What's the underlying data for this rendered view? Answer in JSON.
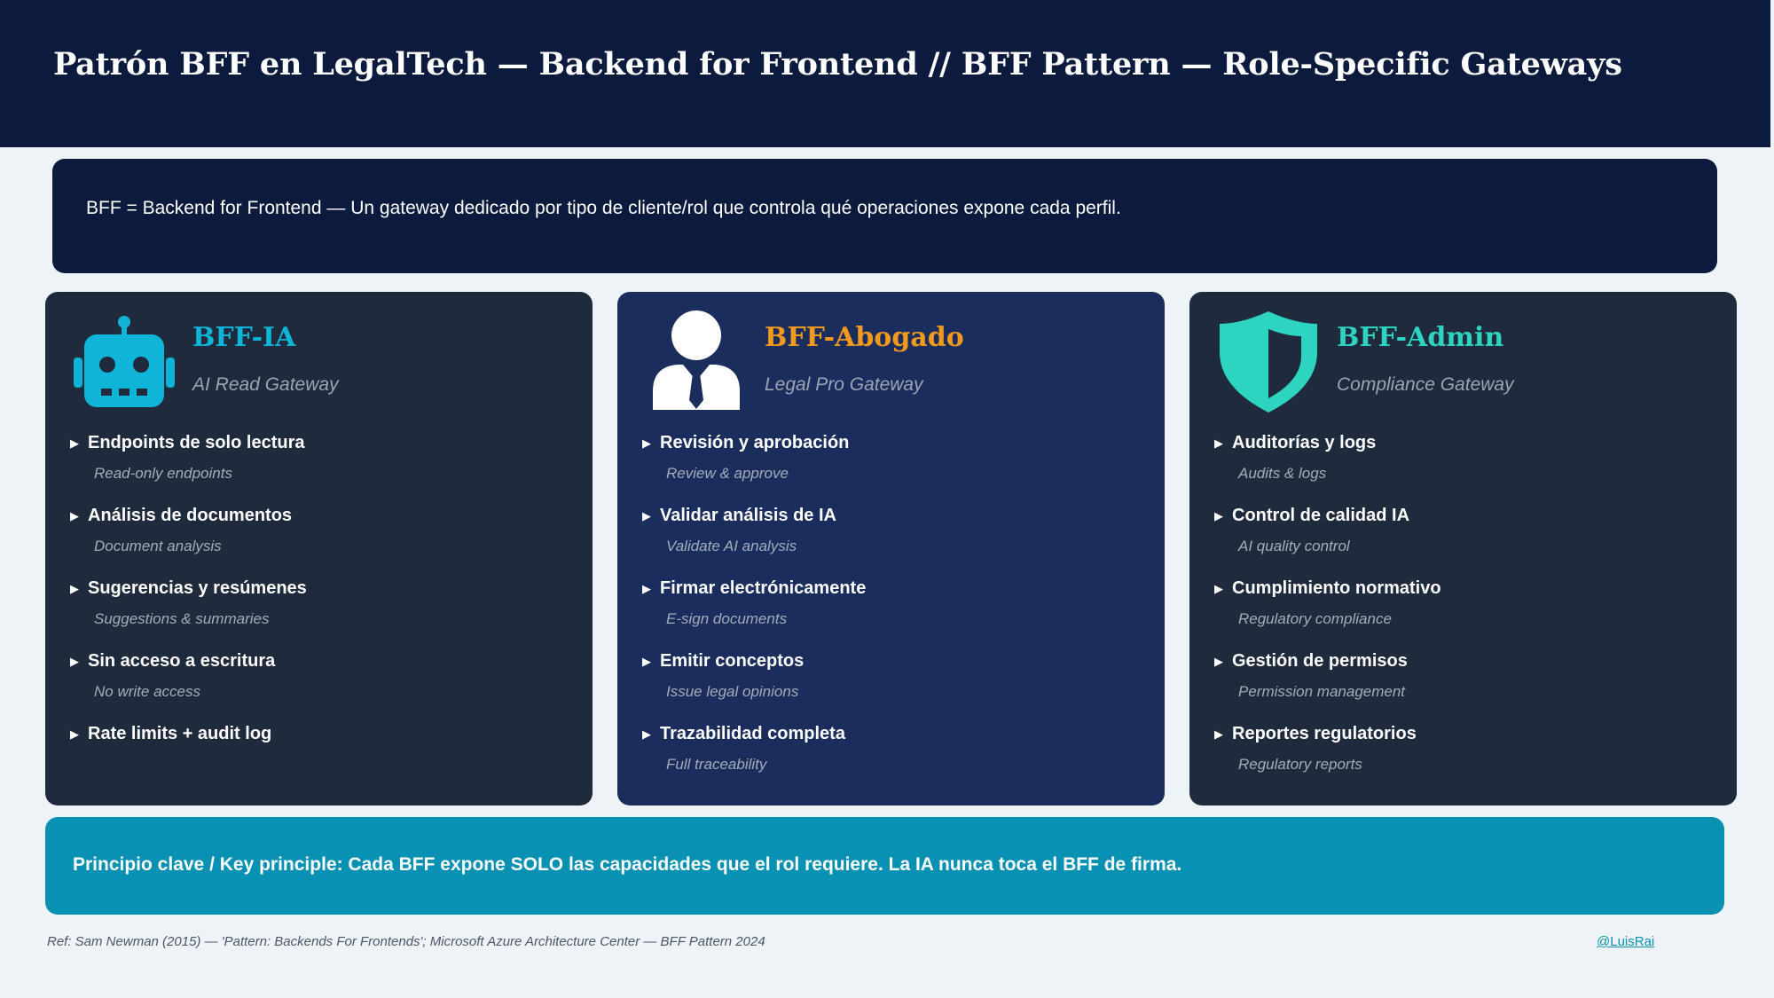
{
  "header": {
    "title": "Patrón BFF en LegalTech — Backend for Frontend  //  BFF Pattern — Role-Specific Gateways"
  },
  "intro": {
    "text": "BFF = Backend for Frontend — Un gateway dedicado por tipo de cliente/rol que controla qué operaciones expone cada perfil."
  },
  "colors": {
    "header_bg": "#0b1a3d",
    "ia_accent": "#0fb5d8",
    "abogado_accent": "#f29a1d",
    "admin_accent": "#2dd4bf",
    "principle_bg": "#0891b2"
  },
  "cards": [
    {
      "icon": "robot-icon",
      "title": "BFF-IA",
      "subtitle": "AI Read Gateway",
      "items": [
        {
          "main": "Endpoints de solo lectura",
          "sub": "Read-only endpoints"
        },
        {
          "main": "Análisis de documentos",
          "sub": "Document analysis"
        },
        {
          "main": "Sugerencias y resúmenes",
          "sub": "Suggestions & summaries"
        },
        {
          "main": "Sin acceso a escritura",
          "sub": "No write access"
        },
        {
          "main": "Rate limits + audit log",
          "sub": ""
        }
      ]
    },
    {
      "icon": "lawyer-icon",
      "title": "BFF-Abogado",
      "subtitle": "Legal Pro Gateway",
      "items": [
        {
          "main": "Revisión y aprobación",
          "sub": "Review & approve"
        },
        {
          "main": "Validar análisis de IA",
          "sub": "Validate AI analysis"
        },
        {
          "main": "Firmar electrónicamente",
          "sub": "E-sign documents"
        },
        {
          "main": "Emitir conceptos",
          "sub": "Issue legal opinions"
        },
        {
          "main": "Trazabilidad completa",
          "sub": "Full traceability"
        }
      ]
    },
    {
      "icon": "shield-icon",
      "title": "BFF-Admin",
      "subtitle": "Compliance Gateway",
      "items": [
        {
          "main": "Auditorías y logs",
          "sub": "Audits & logs"
        },
        {
          "main": "Control de calidad IA",
          "sub": "AI quality control"
        },
        {
          "main": "Cumplimiento normativo",
          "sub": "Regulatory compliance"
        },
        {
          "main": "Gestión de permisos",
          "sub": "Permission management"
        },
        {
          "main": "Reportes regulatorios",
          "sub": "Regulatory reports"
        }
      ]
    }
  ],
  "principle": {
    "text": "Principio clave / Key principle:  Cada BFF expone SOLO las capacidades que el rol requiere. La IA nunca toca el BFF de firma."
  },
  "footer": {
    "ref": "Ref: Sam Newman (2015) — 'Pattern: Backends For Frontends'; Microsoft Azure Architecture Center — BFF Pattern 2024",
    "handle": "@LuisRai"
  }
}
